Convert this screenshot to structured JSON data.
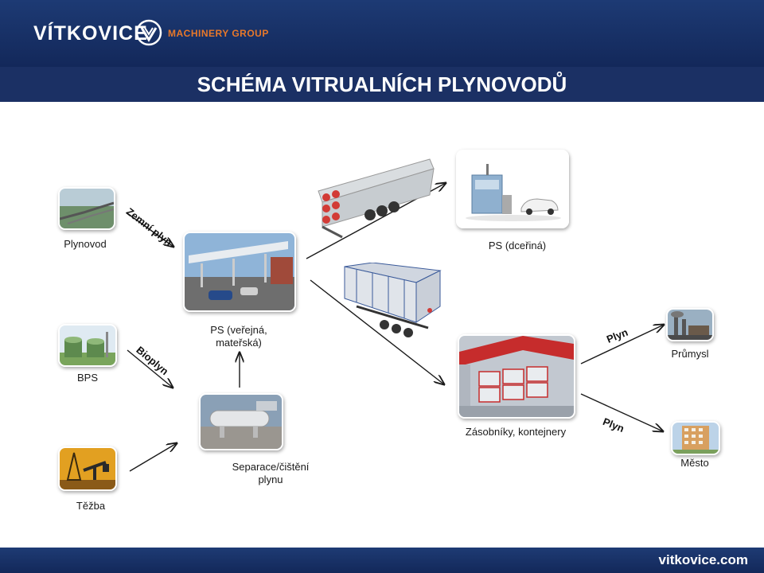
{
  "header": {
    "logo_text": "VÍTKOVICE",
    "logo_sub": "MACHINERY GROUP",
    "title": "SCHÉMA VITRUALNÍCH PLYNOVODŮ"
  },
  "footer": {
    "url": "vitkovice.com"
  },
  "nodes": {
    "plynovod": "Plynovod",
    "ps_dcerina": "PS (dceřiná)",
    "ps_verejna_l1": "PS (veřejná,",
    "ps_verejna_l2": "mateřská)",
    "bps": "BPS",
    "prumysl": "Průmysl",
    "zasobniky": "Zásobníky, kontejnery",
    "separace_l1": "Separace/čištění",
    "separace_l2": "plynu",
    "mesto": "Město",
    "tezba": "Těžba"
  },
  "flows": {
    "zemni_plyn": "Zemní plyn",
    "bioplyn": "Bioplyn",
    "plyn_prumysl": "Plyn",
    "plyn_mesto": "Plyn"
  },
  "colors": {
    "header_bg": "#13285a",
    "logo_accent": "#e8782a",
    "arrow": "#1a1a1a"
  }
}
